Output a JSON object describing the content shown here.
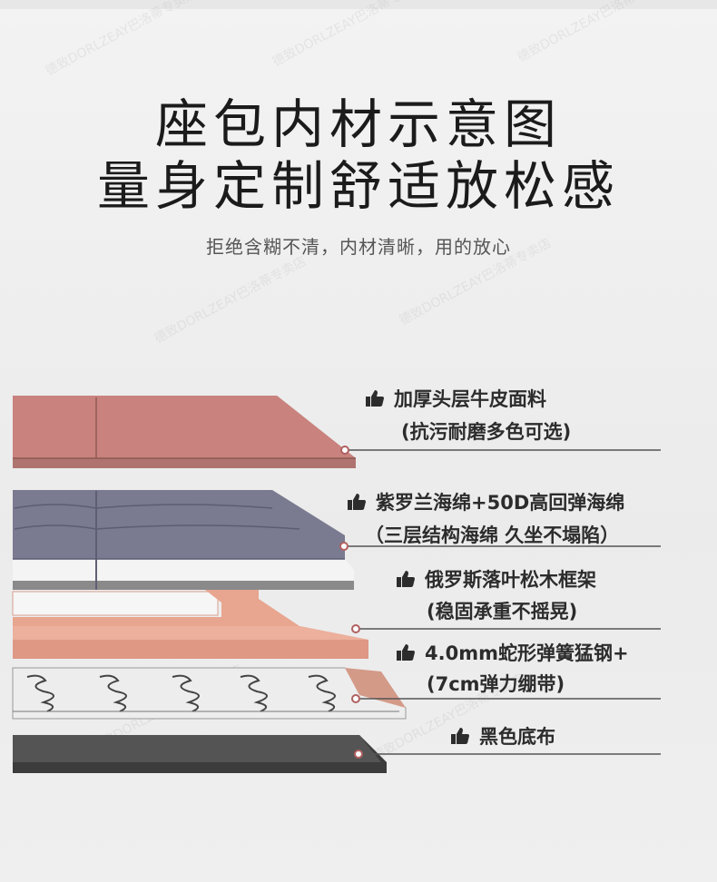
{
  "header": {
    "title_line1": "座包内材示意图",
    "title_line2": "量身定制舒适放松感",
    "subtitle": "拒绝含糊不清，内材清晰，用的放心"
  },
  "watermark": "德致DORLZEAY巴洛蒂专卖店",
  "layers": [
    {
      "line1": "加厚头层牛皮面料",
      "line2": "(抗污耐磨多色可选)",
      "color": "#c9827d"
    },
    {
      "line1": "紫罗兰海绵+50D高回弹海绵",
      "line2": "（三层结构海绵 久坐不塌陷）",
      "color": "#76768c"
    },
    {
      "line1": "俄罗斯落叶松木框架",
      "line2": "(稳固承重不摇晃)",
      "color": "#e8a58f"
    },
    {
      "line1": "4.0mm蛇形弹簧猛钢+",
      "line2": "(7cm弹力绷带)",
      "color": "#e9e9e9"
    },
    {
      "line1": "黑色底布",
      "line2": "",
      "color": "#4a4a4a"
    }
  ],
  "colors": {
    "leather": "#c9827d",
    "foam": "#76768c",
    "wood": "#e8a58f",
    "base": "#4a4a4a",
    "leader": "#555555"
  },
  "icons": {
    "label_icon": "thumbs-up-icon"
  }
}
